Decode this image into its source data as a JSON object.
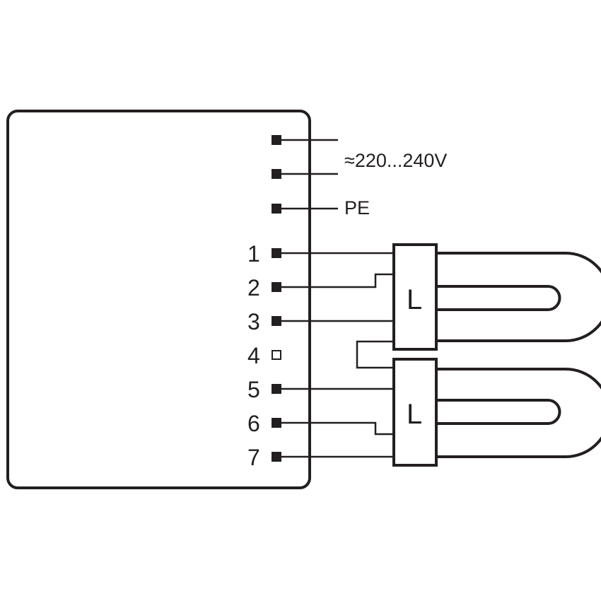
{
  "supply": {
    "voltage_label": "≈220...240V",
    "earth_label": "PE"
  },
  "terminals": [
    {
      "label": "1",
      "style": "filled"
    },
    {
      "label": "2",
      "style": "filled"
    },
    {
      "label": "3",
      "style": "filled"
    },
    {
      "label": "4",
      "style": "open"
    },
    {
      "label": "5",
      "style": "filled"
    },
    {
      "label": "6",
      "style": "filled"
    },
    {
      "label": "7",
      "style": "filled"
    }
  ],
  "lamps": [
    {
      "letter": "L"
    },
    {
      "letter": "L"
    }
  ],
  "colors": {
    "line": "#231f20",
    "background": "#ffffff"
  }
}
